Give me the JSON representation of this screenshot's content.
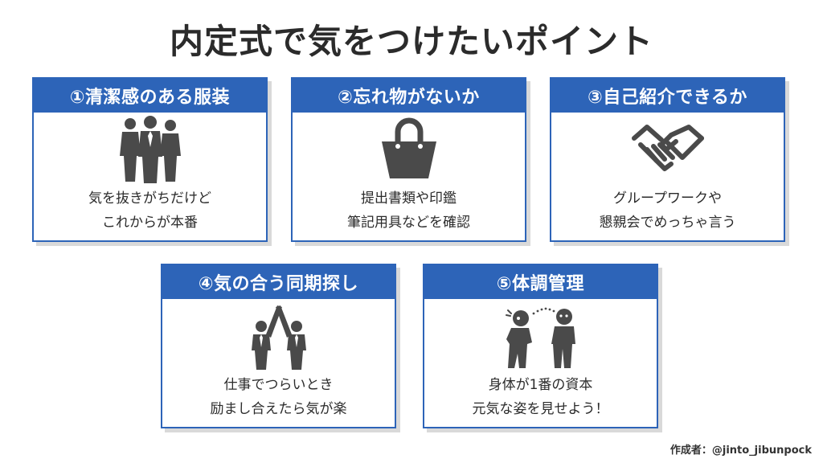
{
  "title": "内定式で気をつけたいポイント",
  "cards": [
    {
      "heading": "①清潔感のある服装",
      "line1": "気を抜きがちだけど",
      "line2": "これからが本番",
      "icon": "business-people-icon"
    },
    {
      "heading": "②忘れ物がないか",
      "line1": "提出書類や印鑑",
      "line2": "筆記用具などを確認",
      "icon": "bag-icon"
    },
    {
      "heading": "③自己紹介できるか",
      "line1": "グループワークや",
      "line2": "懇親会でめっちゃ言う",
      "icon": "handshake-icon"
    },
    {
      "heading": "④気の合う同期探し",
      "line1": "仕事でつらいとき",
      "line2": "励まし合えたら気が楽",
      "icon": "high-five-icon"
    },
    {
      "heading": "⑤体調管理",
      "line1": "身体が1番の資本",
      "line2": "元気な姿を見せよう！",
      "icon": "sick-person-icon"
    }
  ],
  "credit": "作成者：@jinto_jibunpock",
  "colors": {
    "accent": "#2d64b8",
    "icon": "#4a4a4a",
    "text": "#2b2b2b"
  }
}
